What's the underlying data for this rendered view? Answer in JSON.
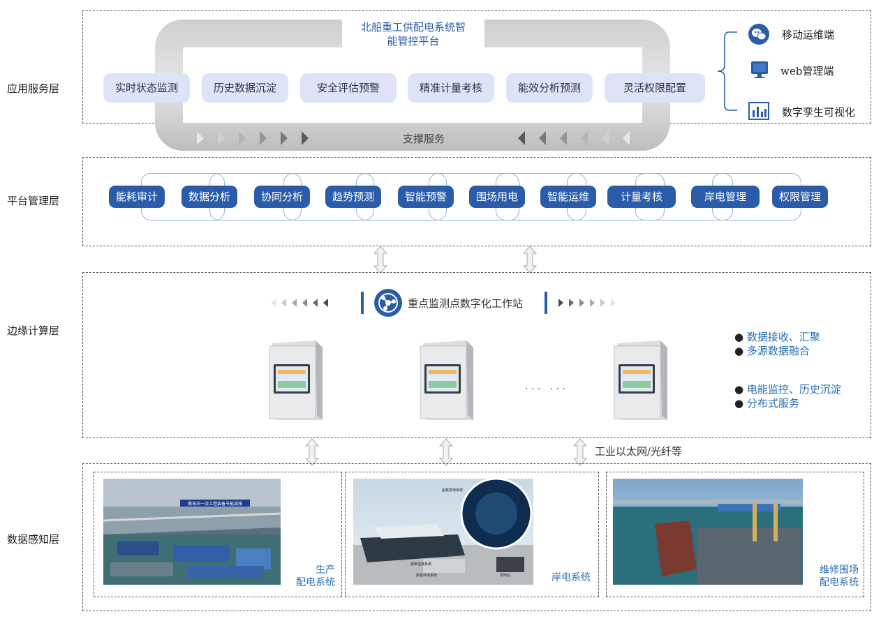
{
  "layers": {
    "application": "应用服务层",
    "platform": "平台管理层",
    "edge": "边缘计算层",
    "perception": "数据感知层"
  },
  "app": {
    "title_line1": "北船重工供配电系统智",
    "title_line2": "能管控平台",
    "support": "支撑服务",
    "modules": [
      "实时状态监测",
      "历史数据沉淀",
      "安全评估预警",
      "精准计量考核",
      "能效分析预测",
      "灵活权限配置"
    ],
    "clients": [
      {
        "label": "移动运维端",
        "icon": "wechat-icon"
      },
      {
        "label": "web管理端",
        "icon": "monitor-icon"
      },
      {
        "label": "数字孪生可视化",
        "icon": "chart-icon"
      }
    ]
  },
  "platform": {
    "items": [
      "能耗审计",
      "数据分析",
      "协同分析",
      "趋势预测",
      "智能预警",
      "围场用电",
      "智能运维",
      "计量考核",
      "岸电管理",
      "权限管理"
    ]
  },
  "edge": {
    "station": "重点监测点数字化工作站",
    "ellipsis": "· · ·   · · ·",
    "features_a": [
      "数据接收、汇聚",
      "多源数据融合"
    ],
    "features_b": [
      "电能监控、历史沉淀",
      "分布式服务"
    ],
    "network": "工业以太网/光纤等"
  },
  "perception": {
    "system1_line1": "生产",
    "system1_line2": "配电系统",
    "system2": "岸电系统",
    "system3_line1": "维修围场",
    "system3_line2": "配电系统",
    "photo2_labels": [
      "船载变电系统",
      "船岸连接系统",
      "岸基供电系统",
      "变电站"
    ],
    "photo1_banner": "做海洋一流工程装备节能减排"
  },
  "colors": {
    "accent": "#2a5caa",
    "pill_bg": "#dfe3f7"
  }
}
